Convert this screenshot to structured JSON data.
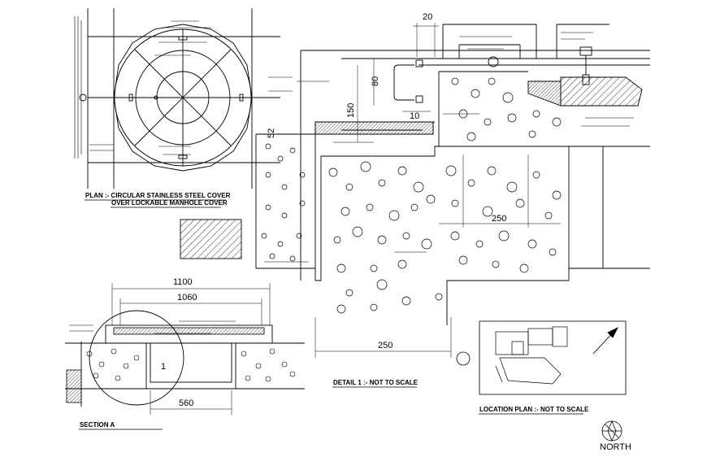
{
  "drawing": {
    "plan_title_line1": "PLAN :- CIRCULAR STAINLESS STEEL COVER",
    "plan_title_line2": "OVER LOCKABLE MANHOLE COVER",
    "detail_title": "DETAIL 1 :- NOT TO SCALE",
    "section_title": "SECTION A",
    "location_title": "LOCATION PLAN :- NOT TO SCALE",
    "north_label": "NORTH",
    "callout_number": "1"
  },
  "dimensions": {
    "d20": "20",
    "d80": "80",
    "d150": "150",
    "d10": "10",
    "d52": "52",
    "d250_inner": "250",
    "d250_bottom": "250",
    "d1100": "1100",
    "d1060": "1060",
    "d560": "560"
  },
  "colors": {
    "line": "#000000",
    "hatch": "#000000",
    "background": "#ffffff"
  }
}
